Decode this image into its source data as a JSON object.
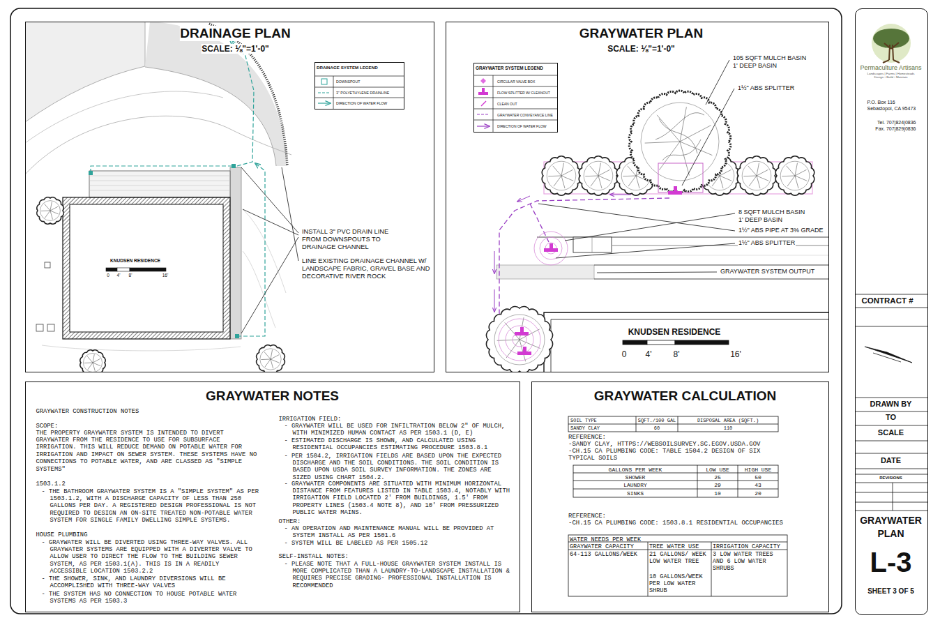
{
  "diagram": {
    "nodes": [
      {
        "text": [
          "DRAINAGE PLAN",
          "SCALE: ⅛\"=1'-0\""
        ]
      },
      {
        "text": [
          "DRAINAGE SYSTEM LEGEND"
        ],
        "in": 0
      },
      {
        "text": [
          "GRAYWATER PLAN",
          "SCALE: ⅛\"=1'-0\""
        ]
      },
      {
        "text": [
          "GRAYWATER SYSTEM LEGEND"
        ],
        "in": 2
      },
      {
        "text": [
          "GRAYWATER NOTES",
          "GRAYWATER CONSTRUCTION NOTES",
          "SCOPE:",
          "THE PROPERTY GRAYWATER SYSTEM IS INTENDED TO DIVERT GRAYWATER FROM THE RESIDENCE TO USE FOR SUBSURFACE IRRIGATION. THIS WILL REDUCE DEMAND ON POTABLE WATER FOR IRRIGATION AND IMPACT ON SEWER SYSTEM. THESE SYSTEMS HAVE NO CONNECTIONS TO POTABLE WATER, AND ARE CLASSED AS \"SIMPLE SYSTEMS\"",
          "1503.1.2",
          "- THE BATHROOM GRAYWATER SYSTEM IS A \"SIMPLE SYSTEM\" AS PER 1503.1.2, WITH A DISCHARGE CAPACITY OF LESS THAN 250 GALLONS PER DAY. A REGISTERED DESIGN PROFESSIONAL IS NOT REQUIRED TO DESIGN AN ON-SITE TREATED NON-POTABLE WATER SYSTEM FOR SINGLE FAMILY DWELLING SIMPLE SYSTEMS.",
          "HOUSE PLUMBING",
          "- GRAYWATER WILL BE DIVERTED USING THREE-WAY VALVES. ALL GRAYWATER SYSTEMS ARE EQUIPPED WITH A DIVERTER VALVE TO ALLOW USER TO DIRECT THE FLOW TO THE BUILDING SEWER SYSTEM, AS PER 1503.1(A). THIS IS IN A READILY ACCESSIBLE LOCATION 1503.2.2",
          "- THE SHOWER, SINK, AND LAUNDRY DIVERSIONS WILL BE ACCOMPLISHED WITH THREE-WAY VALVES",
          "- THE SYSTEM HAS NO CONNECTION TO HOUSE POTABLE WATER SYSTEMS AS PER 1503.3",
          "IRRIGATION FIELD:",
          "- GRAYWATER WILL BE USED FOR INFILTRATION BELOW 2\" OF MULCH, WITH MINIMIZED HUMAN CONTACT AS PER 1503.1 (D, E)",
          "- ESTIMATED DISCHARGE IS SHOWN, AND CALCULATED USING RESIDENTIAL OCCUPANCIES ESTIMATING PROCEDURE 1503.8.1",
          "- PER 1504.2, IRRIGATION FIELDS ARE BASED UPON THE EXPECTED DISCHARGE AND THE SOIL CONDITIONS. THE SOIL CONDITION IS BASED UPON USDA SOIL SURVEY INFORMATION. THE ZONES ARE SIZED USING CHART 1504.2.",
          "- GRAYWATER COMPONENTS ARE SITUATED WITH MINIMUM HORIZONTAL DISTANCE FROM FEATURES LISTED IN TABLE 1503.4, NOTABLY WITH IRRIGATION FIELD LOCATED 2' FROM BUILDINGS, 1.5' FROM PROPERTY LINES (1503.4 NOTE 8), AND 10' FROM PRESSURIZED PUBLIC WATER MAINS.",
          "OTHER:",
          "- AN OPERATION AND MAINTENANCE MANUAL WILL BE PROVIDED AT SYSTEM INSTALL AS PER 1501.6",
          "- SYSTEM WILL BE LABELED AS PER 1505.12",
          "SELF-INSTALL NOTES:",
          "- PLEASE NOTE THAT A FULL-HOUSE GRAYWATER SYSTEM INSTALL IS MORE COMPLICATED THAN A LAUNDRY-TO-LANDSCAPE INSTALLATION & REQUIRES PRECISE GRADING- PROFESSIONAL INSTALLATION IS RECOMMENDED"
        ]
      },
      {
        "text": [
          "GRAYWATER CALCULATION"
        ]
      },
      {
        "text": [
          "Permaculture Artisans",
          "Landscapes | Farms | Homesteads",
          "Design • Build • Maintain",
          "P.O. Box 116",
          "Sebastopol, CA 95473",
          "Tel. 707|824|0836",
          "Fax. 707|829|0836",
          "CONTRACT #",
          "DRAWN BY",
          "TO",
          "SCALE",
          "DATE",
          "REVISIONS",
          "GRAYWATER PLAN",
          "L-3",
          "SHEET 3 OF 5"
        ]
      }
    ],
    "labels": [
      "KNUDSEN RESIDENCE",
      "0",
      "4'",
      "8'",
      "16'",
      "INSTALL 3\" PVC DRAIN LINE FROM DOWNSPOUTS TO DRAINAGE CHANNEL",
      "LINE EXISTING DRAINAGE CHANNEL W/ LANDSCAPE FABRIC, GRAVEL BASE AND DECORATIVE RIVER ROCK",
      "105 SQFT MULCH BASIN",
      "1' DEEP BASIN",
      "1½\" ABS SPLITTER",
      "8 SQFT MULCH BASIN",
      "1' DEEP BASIN",
      "1½\" ABS PIPE AT 3% GRADE",
      "1½\" ABS SPLITTER",
      "GRAYWATER SYSTEM OUTPUT",
      "KNUDSEN RESIDENCE",
      "0",
      "4'",
      "8'",
      "16'",
      "SOIL TYPE",
      "SQFT./100 GAL",
      "DISPOSAL AREA (SQFT.)",
      "SANDY CLAY",
      "60",
      "110",
      "REFERENCE:",
      "-SANDY CLAY, HTTPS://WEBSOILSURVEY.SC.EGOV.USDA.GOV",
      "-CH.15 CA PLUMBING CODE: TABLE 1504.2 DESIGN OF SIX TYPICAL SOILS",
      "GALLONS PER WEEK",
      "LOW USE",
      "HIGH USE",
      "SHOWER",
      "25",
      "50",
      "LAUNDRY",
      "29",
      "43",
      "SINKS",
      "10",
      "20",
      "REFERENCE:",
      "-CH.15 CA PLUMBING CODE: 1503.8.1 RESIDENTIAL OCCUPANCIES",
      "WATER NEEDS PER WEEK",
      "GRAYWATER CAPACITY",
      "TREE WATER USE",
      "IRRIGATION CAPACITY",
      "64-113 GALLONS/WEEK",
      "21 GALLONS/ WEEK LOW WATER TREE",
      "10 GALLONS/WEEK PER LOW WATER SHRUB",
      "3 LOW WATER TREES AND 6 LOW WATER SHRUBS"
    ],
    "legend": [
      {
        "text": "DOWNSPOUT"
      },
      {
        "text": "3\" POLYETHYLENE DRAINLINE"
      },
      {
        "text": "DIRECTION OF WATER FLOW"
      },
      {
        "text": "CIRCULAR VALVE BOX"
      },
      {
        "text": "FLOW SPLITTER W/ CLEANOUT"
      },
      {
        "text": "CLEAN OUT"
      },
      {
        "text": "GRAYWATER CONVEYANCE LINE"
      },
      {
        "text": "DIRECTION OF WATER FLOW"
      }
    ]
  }
}
